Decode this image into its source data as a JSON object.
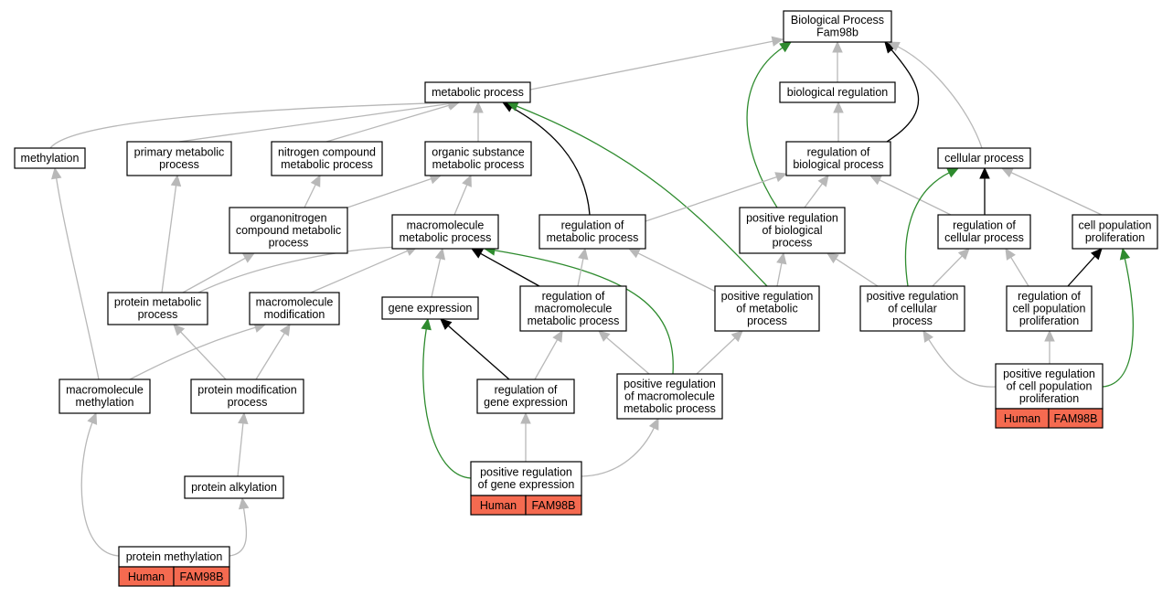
{
  "colors": {
    "is_a": "#b8b8b8",
    "regulates": "#000000",
    "positively_regulates": "#2e8b2e",
    "annotation_fill": "#f56a50",
    "node_fill": "#ffffff"
  },
  "nodes": [
    {
      "id": "root",
      "lines": [
        "Biological Process",
        "Fam98b"
      ]
    },
    {
      "id": "metabolic",
      "lines": [
        "metabolic process"
      ]
    },
    {
      "id": "bioreg",
      "lines": [
        "biological regulation"
      ]
    },
    {
      "id": "methylation",
      "lines": [
        "methylation"
      ]
    },
    {
      "id": "primary",
      "lines": [
        "primary metabolic",
        "process"
      ]
    },
    {
      "id": "nitrogen",
      "lines": [
        "nitrogen compound",
        "metabolic process"
      ]
    },
    {
      "id": "organic",
      "lines": [
        "organic substance",
        "metabolic process"
      ]
    },
    {
      "id": "regbio",
      "lines": [
        "regulation of",
        "biological process"
      ]
    },
    {
      "id": "cellular",
      "lines": [
        "cellular process"
      ]
    },
    {
      "id": "organonitrogen",
      "lines": [
        "organonitrogen",
        "compound metabolic",
        "process"
      ]
    },
    {
      "id": "macrometab",
      "lines": [
        "macromolecule",
        "metabolic process"
      ]
    },
    {
      "id": "regmetab",
      "lines": [
        "regulation of",
        "metabolic process"
      ]
    },
    {
      "id": "posregbio",
      "lines": [
        "positive regulation",
        "of biological",
        "process"
      ]
    },
    {
      "id": "regcell",
      "lines": [
        "regulation of",
        "cellular process"
      ]
    },
    {
      "id": "cellpop",
      "lines": [
        "cell population",
        "proliferation"
      ]
    },
    {
      "id": "protmetab",
      "lines": [
        "protein metabolic",
        "process"
      ]
    },
    {
      "id": "macromod",
      "lines": [
        "macromolecule",
        "modification"
      ]
    },
    {
      "id": "geneexp",
      "lines": [
        "gene expression"
      ]
    },
    {
      "id": "regmacro",
      "lines": [
        "regulation of",
        "macromolecule",
        "metabolic process"
      ]
    },
    {
      "id": "posregmetab",
      "lines": [
        "positive regulation",
        "of metabolic",
        "process"
      ]
    },
    {
      "id": "posregcell",
      "lines": [
        "positive regulation",
        "of cellular",
        "process"
      ]
    },
    {
      "id": "regcellpop",
      "lines": [
        "regulation of",
        "cell population",
        "proliferation"
      ]
    },
    {
      "id": "macromethyl",
      "lines": [
        "macromolecule",
        "methylation"
      ]
    },
    {
      "id": "protmod",
      "lines": [
        "protein modification",
        "process"
      ]
    },
    {
      "id": "reggene",
      "lines": [
        "regulation of",
        "gene expression"
      ]
    },
    {
      "id": "posregmacro",
      "lines": [
        "positive regulation",
        "of macromolecule",
        "metabolic process"
      ]
    },
    {
      "id": "posregcellpop",
      "lines": [
        "positive regulation",
        "of cell population",
        "proliferation"
      ],
      "annotation": [
        "Human",
        "FAM98B"
      ]
    },
    {
      "id": "protalk",
      "lines": [
        "protein alkylation"
      ]
    },
    {
      "id": "posreggene",
      "lines": [
        "positive regulation",
        "of gene expression"
      ],
      "annotation": [
        "Human",
        "FAM98B"
      ]
    },
    {
      "id": "protmeth",
      "lines": [
        "protein methylation"
      ],
      "annotation": [
        "Human",
        "FAM98B"
      ]
    }
  ],
  "edges": [
    {
      "from": "metabolic",
      "to": "root",
      "type": "is_a"
    },
    {
      "from": "bioreg",
      "to": "root",
      "type": "is_a"
    },
    {
      "from": "regbio",
      "to": "root",
      "type": "regulates"
    },
    {
      "from": "posregbio",
      "to": "root",
      "type": "positively_regulates"
    },
    {
      "from": "cellular",
      "to": "root",
      "type": "is_a"
    },
    {
      "from": "methylation",
      "to": "metabolic",
      "type": "is_a"
    },
    {
      "from": "primary",
      "to": "metabolic",
      "type": "is_a"
    },
    {
      "from": "nitrogen",
      "to": "metabolic",
      "type": "is_a"
    },
    {
      "from": "organic",
      "to": "metabolic",
      "type": "is_a"
    },
    {
      "from": "regmetab",
      "to": "metabolic",
      "type": "regulates"
    },
    {
      "from": "posregmetab",
      "to": "metabolic",
      "type": "positively_regulates"
    },
    {
      "from": "regbio",
      "to": "bioreg",
      "type": "is_a"
    },
    {
      "from": "regmetab",
      "to": "regbio",
      "type": "is_a"
    },
    {
      "from": "posregbio",
      "to": "regbio",
      "type": "is_a"
    },
    {
      "from": "regcell",
      "to": "regbio",
      "type": "is_a"
    },
    {
      "from": "regcell",
      "to": "cellular",
      "type": "regulates"
    },
    {
      "from": "cellpop",
      "to": "cellular",
      "type": "is_a"
    },
    {
      "from": "posregcell",
      "to": "cellular",
      "type": "positively_regulates"
    },
    {
      "from": "organonitrogen",
      "to": "nitrogen",
      "type": "is_a"
    },
    {
      "from": "organonitrogen",
      "to": "organic",
      "type": "is_a"
    },
    {
      "from": "macrometab",
      "to": "organic",
      "type": "is_a"
    },
    {
      "from": "protmetab",
      "to": "primary",
      "type": "is_a"
    },
    {
      "from": "protmetab",
      "to": "organonitrogen",
      "type": "is_a"
    },
    {
      "from": "protmetab",
      "to": "macrometab",
      "type": "is_a"
    },
    {
      "from": "macromod",
      "to": "macrometab",
      "type": "is_a"
    },
    {
      "from": "geneexp",
      "to": "macrometab",
      "type": "is_a"
    },
    {
      "from": "regmacro",
      "to": "macrometab",
      "type": "regulates"
    },
    {
      "from": "posregmacro",
      "to": "macrometab",
      "type": "positively_regulates"
    },
    {
      "from": "regmacro",
      "to": "regmetab",
      "type": "is_a"
    },
    {
      "from": "posregmetab",
      "to": "regmetab",
      "type": "is_a"
    },
    {
      "from": "posregmetab",
      "to": "posregbio",
      "type": "is_a"
    },
    {
      "from": "posregcell",
      "to": "posregbio",
      "type": "is_a"
    },
    {
      "from": "posregcell",
      "to": "regcell",
      "type": "is_a"
    },
    {
      "from": "regcellpop",
      "to": "regcell",
      "type": "is_a"
    },
    {
      "from": "regcellpop",
      "to": "cellpop",
      "type": "regulates"
    },
    {
      "from": "posregcellpop",
      "to": "cellpop",
      "type": "positively_regulates"
    },
    {
      "from": "posregcellpop",
      "to": "regcellpop",
      "type": "is_a"
    },
    {
      "from": "posregcellpop",
      "to": "posregcell",
      "type": "is_a"
    },
    {
      "from": "macromethyl",
      "to": "methylation",
      "type": "is_a"
    },
    {
      "from": "macromethyl",
      "to": "macromod",
      "type": "is_a"
    },
    {
      "from": "protmod",
      "to": "protmetab",
      "type": "is_a"
    },
    {
      "from": "protmod",
      "to": "macromod",
      "type": "is_a"
    },
    {
      "from": "reggene",
      "to": "geneexp",
      "type": "regulates"
    },
    {
      "from": "reggene",
      "to": "regmacro",
      "type": "is_a"
    },
    {
      "from": "posregmacro",
      "to": "regmacro",
      "type": "is_a"
    },
    {
      "from": "posregmacro",
      "to": "posregmetab",
      "type": "is_a"
    },
    {
      "from": "posreggene",
      "to": "reggene",
      "type": "is_a"
    },
    {
      "from": "posreggene",
      "to": "geneexp",
      "type": "positively_regulates"
    },
    {
      "from": "posreggene",
      "to": "posregmacro",
      "type": "is_a"
    },
    {
      "from": "protalk",
      "to": "protmod",
      "type": "is_a"
    },
    {
      "from": "protmeth",
      "to": "protalk",
      "type": "is_a"
    },
    {
      "from": "protmeth",
      "to": "macromethyl",
      "type": "is_a"
    }
  ]
}
